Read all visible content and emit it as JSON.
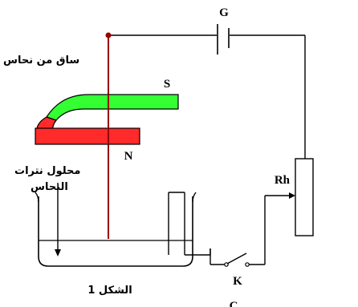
{
  "labels": {
    "generator": "G",
    "rheostat": "Rh",
    "switch": "K",
    "magnet_south": "S",
    "magnet_north": "N",
    "copper_rod": "ساق من نحاس",
    "solution_line1": "محلول نترات",
    "solution_line2": "النحاس",
    "figure_caption": "الشكل 1",
    "stray_char": "C"
  },
  "colors": {
    "magnet_green": "#33ff33",
    "magnet_red": "#ff2a2a",
    "rod": "#990000",
    "wire": "#000000"
  }
}
